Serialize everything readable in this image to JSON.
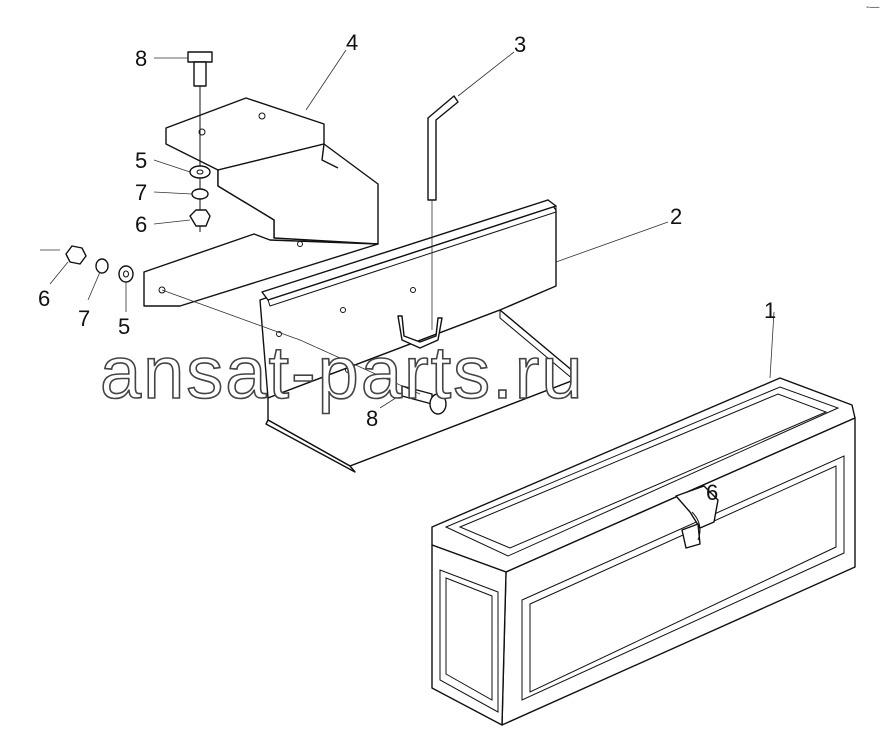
{
  "watermark": "ansat-parts.ru",
  "corner_mark": "-—",
  "callouts": {
    "c1": "1",
    "c2": "2",
    "c3": "3",
    "c4": "4",
    "c5a": "5",
    "c7a": "7",
    "c6a": "6",
    "c8a": "8",
    "c6b": "6",
    "c7b": "7",
    "c5b": "5",
    "c8b": "8",
    "c6c": "6"
  }
}
